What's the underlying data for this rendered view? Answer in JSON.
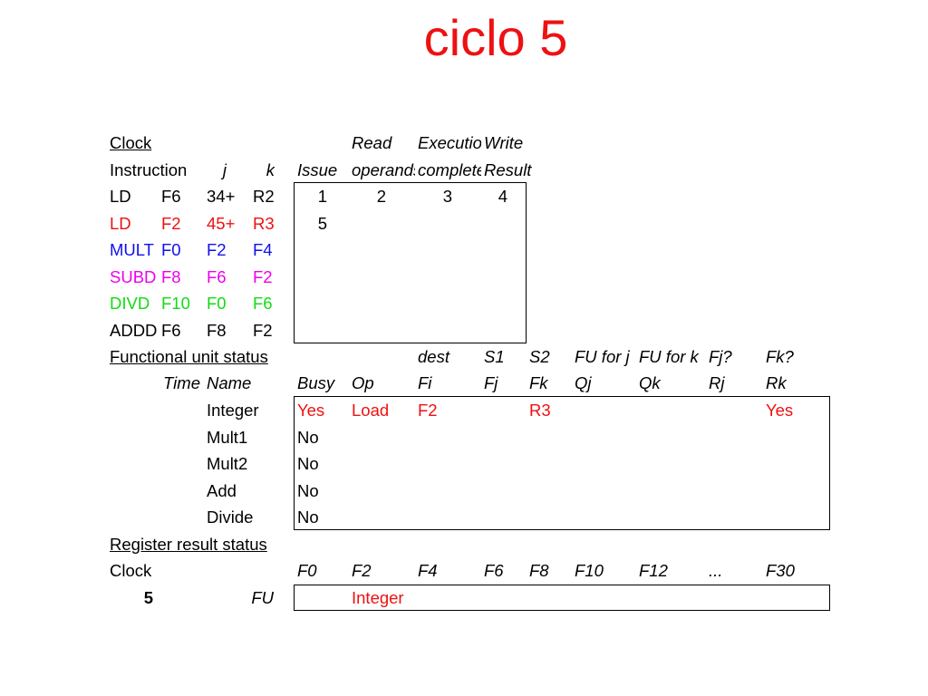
{
  "title": "ciclo 5",
  "colors": {
    "title": "#ee1111",
    "row_ld2": "#ee1111",
    "row_mult": "#1111ee",
    "row_subd": "#ee00ee",
    "row_divd": "#11dd11",
    "fu_integer": "#ee1111",
    "reg_f2": "#ee1111"
  },
  "instruction_status": {
    "header1": {
      "clock": "Clock",
      "read": "Read",
      "exec": "Execution",
      "write": "Write"
    },
    "header2": {
      "instruction": "Instruction",
      "j": "j",
      "k": "k",
      "issue": "Issue",
      "read": "operands",
      "exec": "complete",
      "write": "Result"
    },
    "rows": [
      {
        "op": "LD",
        "dest": "F6",
        "j": "34+",
        "k": "R2",
        "issue": "1",
        "read": "2",
        "exec": "3",
        "write": "4"
      },
      {
        "op": "LD",
        "dest": "F2",
        "j": "45+",
        "k": "R3",
        "issue": "5",
        "read": "",
        "exec": "",
        "write": ""
      },
      {
        "op": "MULT",
        "dest": "F0",
        "j": "F2",
        "k": "F4",
        "issue": "",
        "read": "",
        "exec": "",
        "write": ""
      },
      {
        "op": "SUBD",
        "dest": "F8",
        "j": "F6",
        "k": "F2",
        "issue": "",
        "read": "",
        "exec": "",
        "write": ""
      },
      {
        "op": "DIVD",
        "dest": "F10",
        "j": "F0",
        "k": "F6",
        "issue": "",
        "read": "",
        "exec": "",
        "write": ""
      },
      {
        "op": "ADDD",
        "dest": "F6",
        "j": "F8",
        "k": "F2",
        "issue": "",
        "read": "",
        "exec": "",
        "write": ""
      }
    ]
  },
  "functional_unit_status": {
    "label": "Functional unit status",
    "header1": {
      "dest": "dest",
      "s1": "S1",
      "s2": "S2",
      "fuj": "FU for j",
      "fuk": "FU for k",
      "fjq": "Fj?",
      "fkq": "Fk?"
    },
    "header2": {
      "time": "Time",
      "name": "Name",
      "busy": "Busy",
      "op": "Op",
      "fi": "Fi",
      "fj": "Fj",
      "fk": "Fk",
      "qj": "Qj",
      "qk": "Qk",
      "rj": "Rj",
      "rk": "Rk"
    },
    "rows": [
      {
        "name": "Integer",
        "busy": "Yes",
        "op": "Load",
        "fi": "F2",
        "fj": "",
        "fk": "R3",
        "qj": "",
        "qk": "",
        "rj": "",
        "rk": "Yes"
      },
      {
        "name": "Mult1",
        "busy": "No",
        "op": "",
        "fi": "",
        "fj": "",
        "fk": "",
        "qj": "",
        "qk": "",
        "rj": "",
        "rk": ""
      },
      {
        "name": "Mult2",
        "busy": "No",
        "op": "",
        "fi": "",
        "fj": "",
        "fk": "",
        "qj": "",
        "qk": "",
        "rj": "",
        "rk": ""
      },
      {
        "name": "Add",
        "busy": "No",
        "op": "",
        "fi": "",
        "fj": "",
        "fk": "",
        "qj": "",
        "qk": "",
        "rj": "",
        "rk": ""
      },
      {
        "name": "Divide",
        "busy": "No",
        "op": "",
        "fi": "",
        "fj": "",
        "fk": "",
        "qj": "",
        "qk": "",
        "rj": "",
        "rk": ""
      }
    ]
  },
  "register_result_status": {
    "label": "Register result status",
    "clock_label": "Clock",
    "clock_value": "5",
    "fu_label": "FU",
    "registers": [
      "F0",
      "F2",
      "F4",
      "F6",
      "F8",
      "F10",
      "F12",
      "...",
      "F30"
    ],
    "values": [
      "",
      "Integer",
      "",
      "",
      "",
      "",
      "",
      "",
      ""
    ]
  }
}
